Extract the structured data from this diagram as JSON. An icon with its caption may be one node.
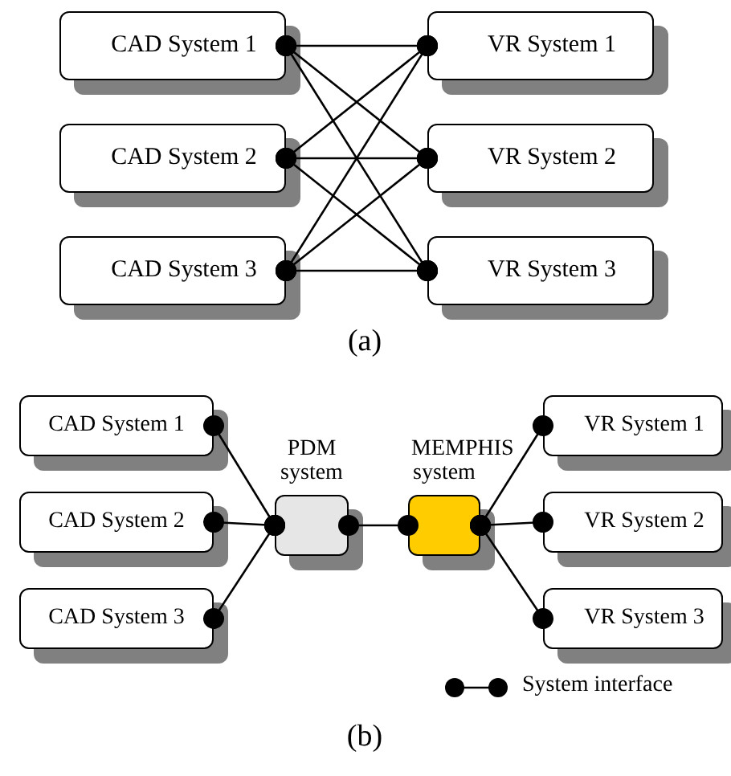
{
  "diagram": {
    "nodes": [
      {
        "text": [
          "CAD System 1"
        ]
      },
      {
        "text": [
          "CAD System 2"
        ]
      },
      {
        "text": [
          "CAD System 3"
        ]
      },
      {
        "text": [
          "VR System 1"
        ]
      },
      {
        "text": [
          "VR System 2"
        ]
      },
      {
        "text": [
          "VR System 3"
        ]
      },
      {
        "text": [
          "CAD System 1"
        ]
      },
      {
        "text": [
          "CAD System 2"
        ]
      },
      {
        "text": [
          "CAD System 3"
        ]
      },
      {
        "text": [
          "PDM system"
        ]
      },
      {
        "text": [
          "MEMPHIS system"
        ]
      },
      {
        "text": [
          "VR System 1"
        ]
      },
      {
        "text": [
          "VR System 2"
        ]
      },
      {
        "text": [
          "VR System 3"
        ]
      }
    ],
    "edges": [
      {
        "from": 0,
        "to": 3,
        "arrow": "other"
      },
      {
        "from": 0,
        "to": 4,
        "arrow": "other"
      },
      {
        "from": 0,
        "to": 5,
        "arrow": "other"
      },
      {
        "from": 1,
        "to": 3,
        "arrow": "other"
      },
      {
        "from": 1,
        "to": 4,
        "arrow": "other"
      },
      {
        "from": 1,
        "to": 5,
        "arrow": "other"
      },
      {
        "from": 2,
        "to": 3,
        "arrow": "other"
      },
      {
        "from": 2,
        "to": 4,
        "arrow": "other"
      },
      {
        "from": 2,
        "to": 5,
        "arrow": "other"
      },
      {
        "from": 6,
        "to": 9,
        "arrow": "other"
      },
      {
        "from": 7,
        "to": 9,
        "arrow": "other"
      },
      {
        "from": 8,
        "to": 9,
        "arrow": "other"
      },
      {
        "from": 9,
        "to": 10,
        "arrow": "other"
      },
      {
        "from": 10,
        "to": 11,
        "arrow": "other"
      },
      {
        "from": 10,
        "to": 12,
        "arrow": "other"
      },
      {
        "from": 10,
        "to": 13,
        "arrow": "other"
      }
    ],
    "labels": [
      "(a)",
      "(b)"
    ],
    "legend": [
      {
        "text": "System interface"
      }
    ]
  }
}
